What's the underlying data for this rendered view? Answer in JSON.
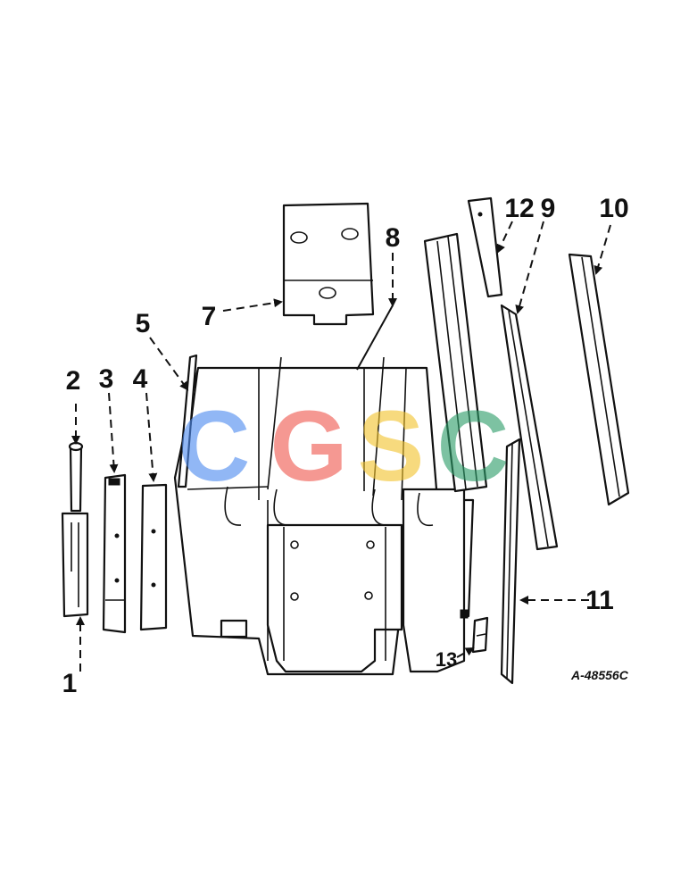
{
  "diagram": {
    "callouts": [
      "1",
      "2",
      "3",
      "4",
      "5",
      "7",
      "8",
      "9",
      "10",
      "11",
      "12",
      "13"
    ],
    "reference": "A-48556C",
    "watermark": {
      "letters": [
        "C",
        "G",
        "S",
        "C"
      ],
      "colors": [
        "#4f8cf0",
        "#ef5a50",
        "#f3c430",
        "#2e9e6a"
      ]
    }
  }
}
